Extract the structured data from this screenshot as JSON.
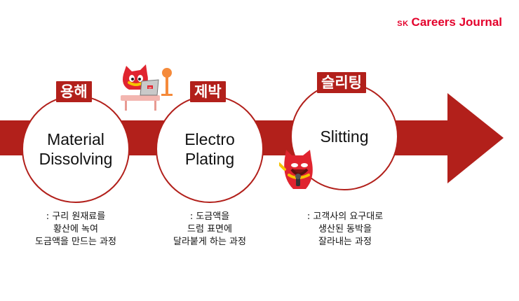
{
  "header": {
    "logo_prefix": "SK",
    "logo_name": "Careers Journal"
  },
  "colors": {
    "accent": "#b2201b",
    "brand": "#e4002b"
  },
  "steps": [
    {
      "ko": "용해",
      "en": "Material\nDissolving",
      "desc": ": 구리 원재료를\n황산에 녹여\n도금액을 만드는 과정"
    },
    {
      "ko": "제박",
      "en": "Electro\nPlating",
      "desc": ": 도금액을\n드럼 표면에\n달라붙게 하는 과정"
    },
    {
      "ko": "슬리팅",
      "en": "Slitting",
      "desc": ": 고객사의 요구대로\n생산된 동박을\n잘라내는 과정"
    }
  ],
  "mascots": {
    "laptop_sticker": "SK"
  }
}
